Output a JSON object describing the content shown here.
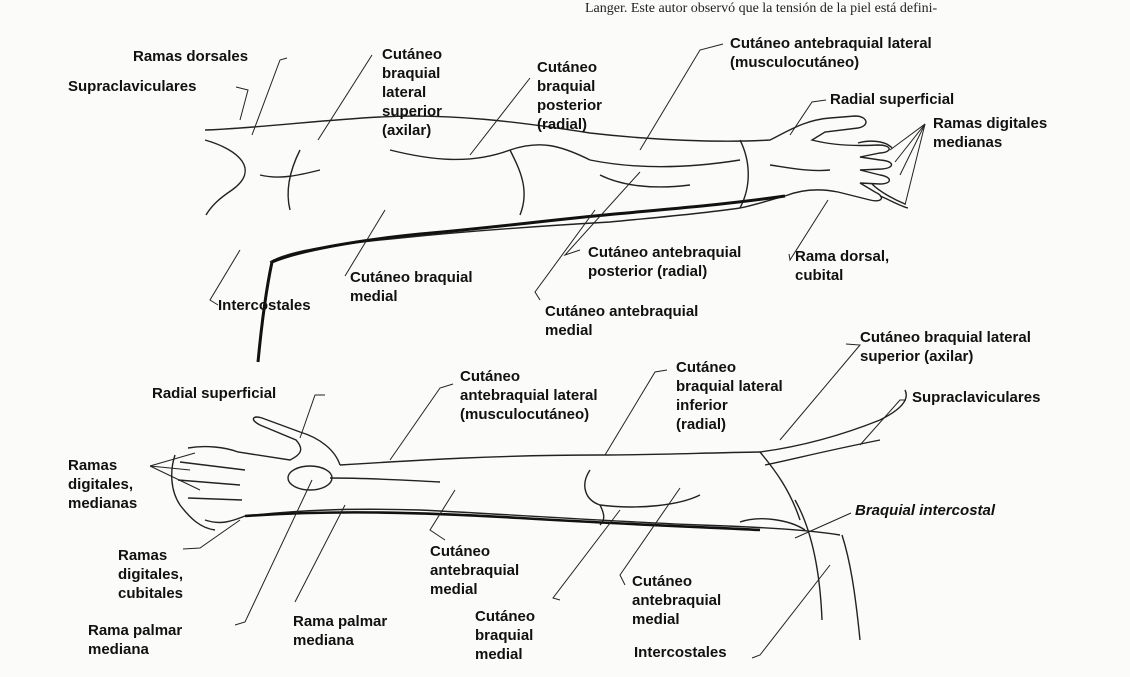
{
  "background_text": "Langer. Este autor observó que la tensión de la piel está defini-",
  "labels": {
    "ramas_dorsales": "Ramas dorsales",
    "supraclaviculares_top": "Supraclaviculares",
    "cutaneo_braquial_lateral_superior": "Cutáneo\nbraquial\nlateral\nsuperior\n(axilar)",
    "cutaneo_braquial_posterior": "Cutáneo\nbraquial\nposterior\n(radial)",
    "cutaneo_antebraquial_lateral_top": "Cutáneo antebraquial lateral\n(musculocutáneo)",
    "radial_superficial_top": "Radial superficial",
    "ramas_digitales_medianas_top": "Ramas digitales\nmedianas",
    "intercostales_top": "Intercostales",
    "cutaneo_braquial_medial_top": "Cutáneo braquial\nmedial",
    "cutaneo_antebraquial_posterior": "Cutáneo antebraquial\nposterior (radial)",
    "rama_dorsal_cubital": "Rama dorsal,\ncubital",
    "cutaneo_antebraquial_medial_top": "Cutáneo antebraquial\nmedial",
    "cutaneo_braquial_lateral_superior_axilar": "Cutáneo braquial lateral\nsuperior (axilar)",
    "radial_superficial_bottom": "Radial superficial",
    "cutaneo_antebraquial_lateral_bottom": "Cutáneo\nantebraquial lateral\n(musculocutáneo)",
    "cutaneo_braquial_lateral_inferior": "Cutáneo\nbraquial lateral\ninferior\n(radial)",
    "supraclaviculares_bottom": "Supraclaviculares",
    "ramas_digitales_medianas_bottom": "Ramas\ndigitales,\nmedianas",
    "braquial_intercostal": "Braquial intercostal",
    "ramas_digitales_cubitales": "Ramas\ndigitales,\ncubitales",
    "cutaneo_antebraquial_medial_b1": "Cutáneo\nantebraquial\nmedial",
    "cutaneo_antebraquial_medial_b2": "Cutáneo\nantebraquial\nmedial",
    "rama_palmar_mediana_left": "Rama palmar\nmediana",
    "rama_palmar_mediana_center": "Rama palmar\nmediana",
    "cutaneo_braquial_medial_bottom": "Cutáneo\nbraquial\nmedial",
    "intercostales_bottom": "Intercostales"
  }
}
